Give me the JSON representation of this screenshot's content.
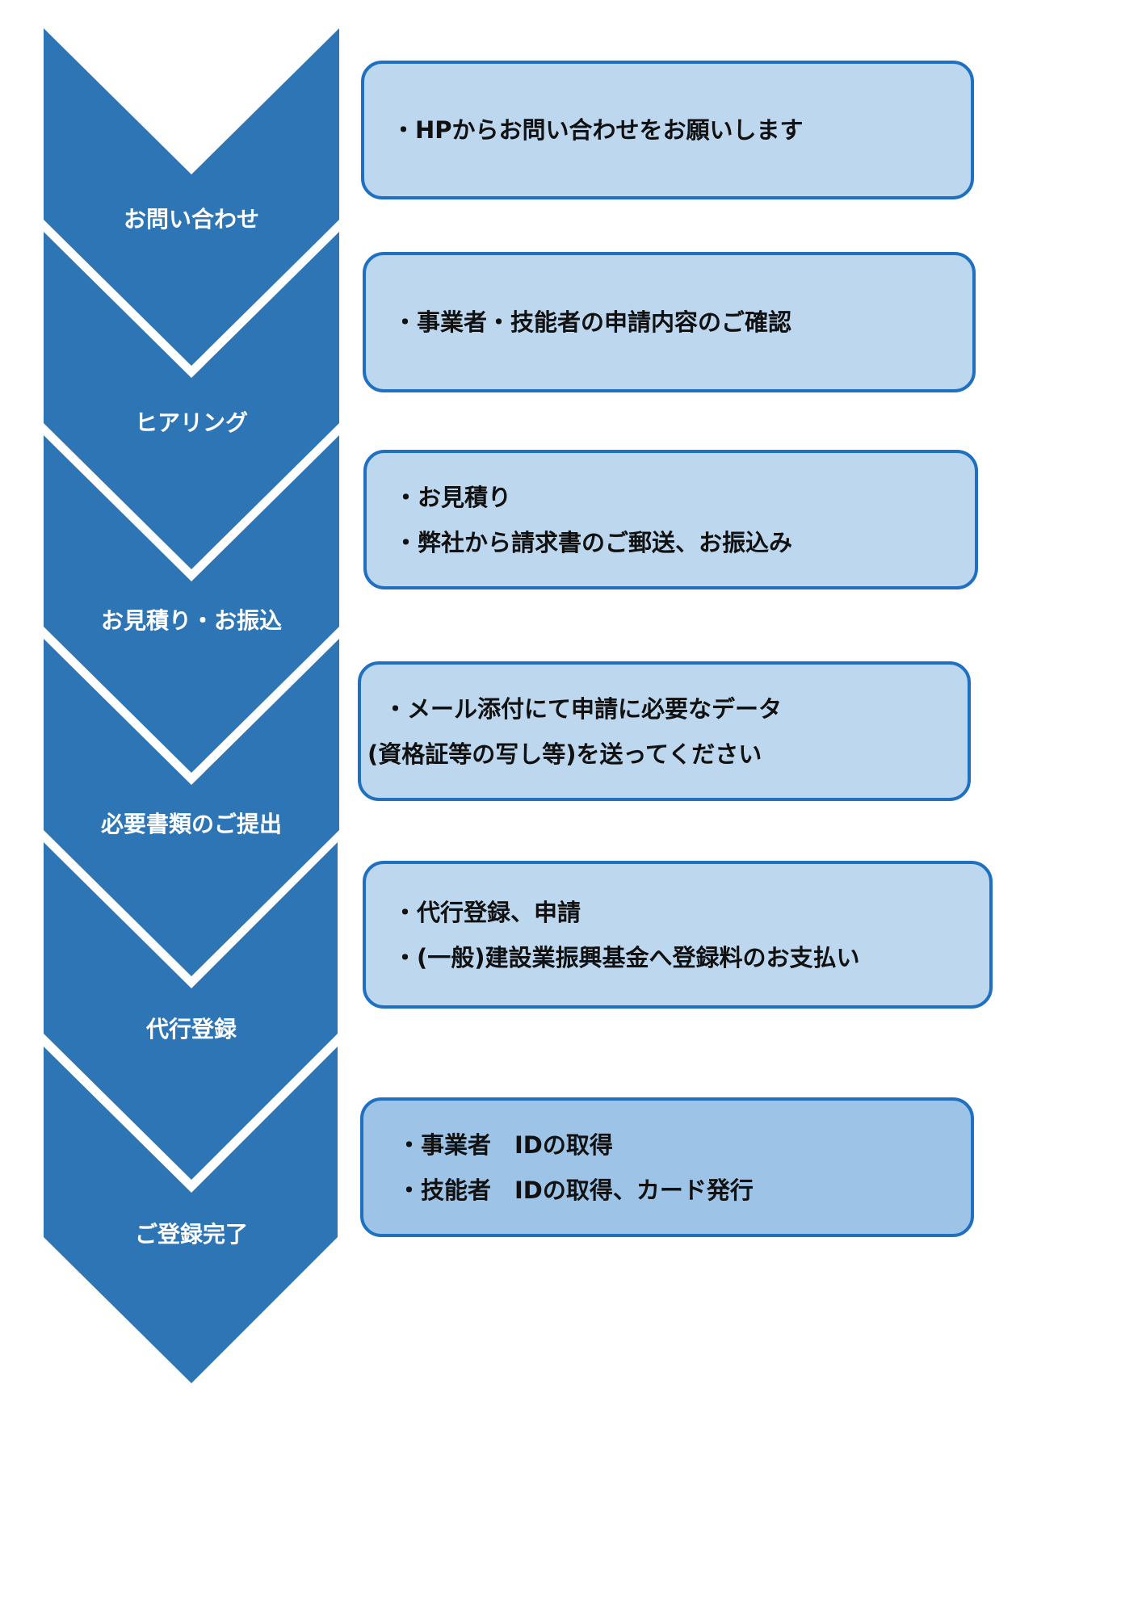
{
  "colors": {
    "chevron": "#2e75b6",
    "box_fill": "#bdd7ee",
    "box_fill_final": "#9dc3e6",
    "box_border": "#1f70c1"
  },
  "steps": [
    {
      "label": "お問い合わせ",
      "lines": [
        "・HPからお問い合わせをお願いします"
      ]
    },
    {
      "label": "ヒアリング",
      "lines": [
        "・事業者・技能者の申請内容のご確認"
      ]
    },
    {
      "label": "お見積り・お振込",
      "lines": [
        "・お見積り",
        "・弊社から請求書のご郵送、お振込み"
      ]
    },
    {
      "label": "必要書類のご提出",
      "lines": [
        "・メール添付にて申請に必要なデータ",
        "(資格証等の写し等)を送ってください"
      ]
    },
    {
      "label": "代行登録",
      "lines": [
        "・代行登録、申請",
        "・(一般)建設業振興基金へ登録料のお支払い"
      ]
    },
    {
      "label": "ご登録完了",
      "lines": [
        "・事業者　IDの取得",
        "・技能者　IDの取得、カード発行"
      ]
    }
  ]
}
